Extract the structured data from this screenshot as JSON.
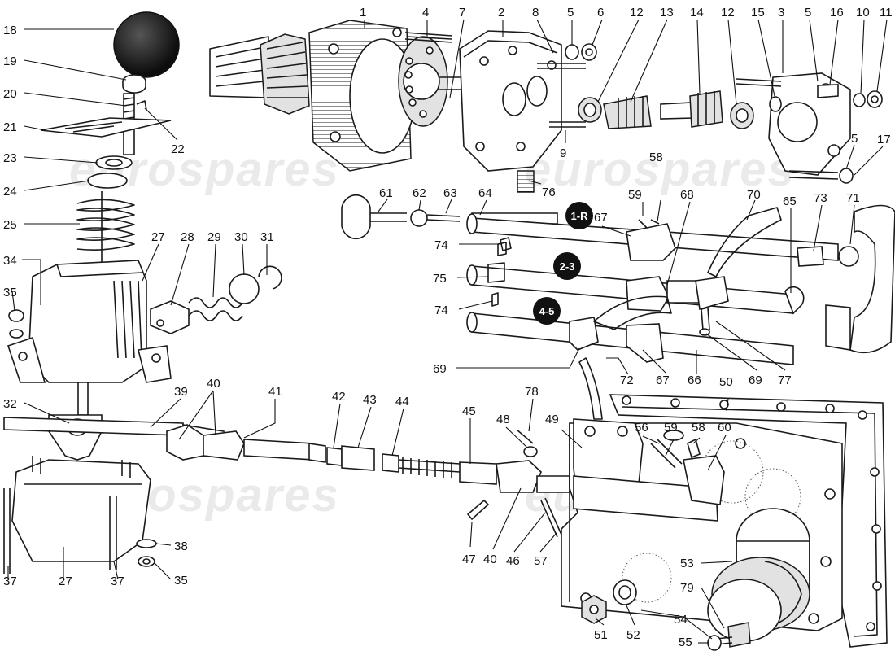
{
  "watermark": {
    "text": "eurospares"
  },
  "callouts": {
    "c1": "1",
    "c2": "2",
    "c3": "3",
    "c4": "4",
    "c5a": "5",
    "c5b": "5",
    "c5c": "5",
    "c6": "6",
    "c7": "7",
    "c8": "8",
    "c9": "9",
    "c10": "10",
    "c11": "11",
    "c12a": "12",
    "c12b": "12",
    "c13": "13",
    "c14": "14",
    "c15": "15",
    "c16": "16",
    "c17": "17",
    "c18": "18",
    "c19": "19",
    "c20": "20",
    "c21": "21",
    "c22": "22",
    "c23": "23",
    "c24": "24",
    "c25": "25",
    "c27a": "27",
    "c27b": "27",
    "c28": "28",
    "c29": "29",
    "c30": "30",
    "c31": "31",
    "c32": "32",
    "c34": "34",
    "c35a": "35",
    "c35b": "35",
    "c37a": "37",
    "c37b": "37",
    "c38": "38",
    "c39": "39",
    "c40a": "40",
    "c40b": "40",
    "c41": "41",
    "c42": "42",
    "c43": "43",
    "c44": "44",
    "c45": "45",
    "c46": "46",
    "c47": "47",
    "c48": "48",
    "c49": "49",
    "c50": "50",
    "c51": "51",
    "c52": "52",
    "c53": "53",
    "c54": "54",
    "c55": "55",
    "c56": "56",
    "c57": "57",
    "c58a": "58",
    "c58b": "58",
    "c59a": "59",
    "c59b": "59",
    "c60": "60",
    "c61": "61",
    "c62": "62",
    "c63": "63",
    "c64": "64",
    "c65": "65",
    "c66": "66",
    "c67a": "67",
    "c67b": "67",
    "c68": "68",
    "c69a": "69",
    "c69b": "69",
    "c70": "70",
    "c71": "71",
    "c72": "72",
    "c73": "73",
    "c74a": "74",
    "c74b": "74",
    "c75": "75",
    "c76": "76",
    "c77": "77",
    "c78": "78",
    "c79": "79"
  },
  "gear_badges": {
    "b1": "1-R",
    "b2": "2-3",
    "b3": "4-5"
  }
}
